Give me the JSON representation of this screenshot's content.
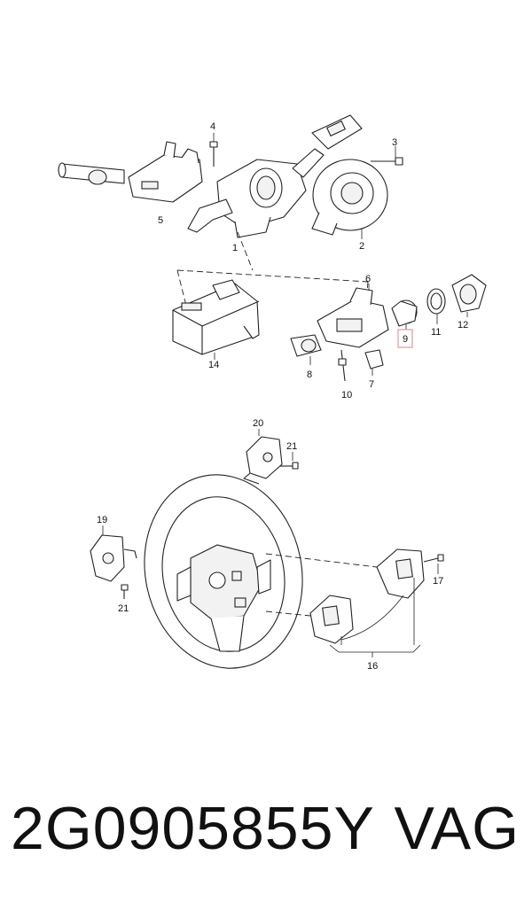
{
  "callouts": {
    "c1": "1",
    "c2": "2",
    "c3": "3",
    "c4": "4",
    "c5": "5",
    "c6": "6",
    "c7": "7",
    "c8": "8",
    "c9": "9",
    "c10": "10",
    "c11": "11",
    "c12": "12",
    "c14": "14",
    "c16": "16",
    "c17": "17",
    "c19": "19",
    "c20": "20",
    "c21a": "21",
    "c21b": "21"
  },
  "highlighted_callout": "9",
  "footer": {
    "part_number": "2G0905855Y",
    "brand": "VAG"
  }
}
